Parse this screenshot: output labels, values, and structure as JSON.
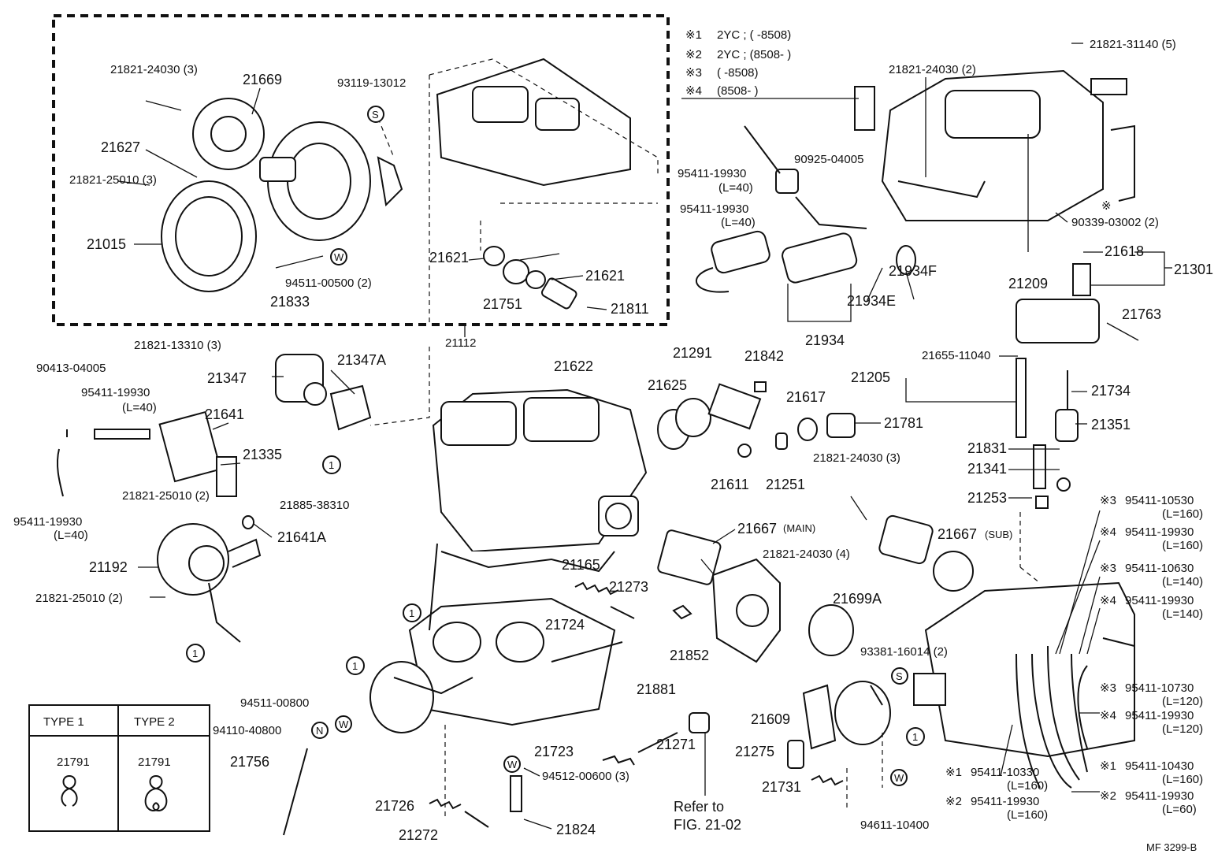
{
  "legend": {
    "rows": [
      {
        "mark": "※1",
        "text": "2YC ; (        -8508)"
      },
      {
        "mark": "※2",
        "text": "2YC ; (8508-        )"
      },
      {
        "mark": "※3",
        "text": "(        -8508)"
      },
      {
        "mark": "※4",
        "text": "(8508-        )"
      }
    ]
  },
  "type_table": {
    "type1": "TYPE 1",
    "type2": "TYPE 2",
    "part1": "21791",
    "part2": "21791"
  },
  "refer": {
    "line1": "Refer to",
    "line2": "FIG. 21-02"
  },
  "figure_code": "MF 3299-B",
  "labels": {
    "p21821_24030_3a": "21821-24030 (3)",
    "p21669": "21669",
    "p93119_13012": "93119-13012",
    "p21627": "21627",
    "p21821_25010_3": "21821-25010 (3)",
    "p21015": "21015",
    "p94511_00500": "94511-00500 (2)",
    "p21833": "21833",
    "p21621a": "21621",
    "p21621b": "21621",
    "p21751": "21751",
    "p21811": "21811",
    "p21112": "21112",
    "p21821_31140": "21821-31140 (5)",
    "p21821_24030_2": "21821-24030 (2)",
    "p95411_19930_a": "95411-19930",
    "p95411_19930_a_l": "(L=40)",
    "p90925_04005": "90925-04005",
    "p95411_19930_b": "95411-19930",
    "p95411_19930_b_l": "(L=40)",
    "p90339_03002": "90339-03002 (2)",
    "p21934F": "21934F",
    "p21934E": "21934E",
    "p21934": "21934",
    "p21618": "21618",
    "p21301": "21301",
    "p21209": "21209",
    "p21763": "21763",
    "p21821_13310": "21821-13310 (3)",
    "p21347": "21347",
    "p21347A": "21347A",
    "p90413_04005": "90413-04005",
    "p95411_19930_c": "95411-19930",
    "p95411_19930_c_l": "(L=40)",
    "p21641": "21641",
    "p21335": "21335",
    "p21821_25010_2a": "21821-25010 (2)",
    "p95411_19930_d": "95411-19930",
    "p95411_19930_d_l": "(L=40)",
    "p21641A": "21641A",
    "p21885_38310": "21885-38310",
    "p21192": "21192",
    "p21821_25010_2b": "21821-25010 (2)",
    "p21622": "21622",
    "p21291": "21291",
    "p21842": "21842",
    "p21625": "21625",
    "p21617": "21617",
    "p21781": "21781",
    "p21611": "21611",
    "p21251": "21251",
    "p21821_24030_3b": "21821-24030 (3)",
    "p21655_11040": "21655-11040",
    "p21205": "21205",
    "p21734": "21734",
    "p21351": "21351",
    "p21831": "21831",
    "p21341": "21341",
    "p21253": "21253",
    "p21667_main": "21667",
    "p21667_main_tag": "(MAIN)",
    "p21667_sub": "21667",
    "p21667_sub_tag": "(SUB)",
    "p21165": "21165",
    "p21821_24030_4": "21821-24030 (4)",
    "p21273": "21273",
    "p21724": "21724",
    "p21699A": "21699A",
    "p21852": "21852",
    "p21881": "21881",
    "p93381_16014": "93381-16014 (2)",
    "p94511_00800": "94511-00800",
    "p94110_40800": "94110-40800",
    "p21756": "21756",
    "p21723": "21723",
    "p21271": "21271",
    "p21609": "21609",
    "p21275": "21275",
    "p21731": "21731",
    "p94512_00600": "94512-00600 (3)",
    "p21726": "21726",
    "p21272": "21272",
    "p21824": "21824",
    "p94611_10400": "94611-10400",
    "h3a": "95411-10530",
    "h3a_l": "(L=160)",
    "h3a_m": "※3",
    "h4a": "95411-19930",
    "h4a_l": "(L=160)",
    "h4a_m": "※4",
    "h3b": "95411-10630",
    "h3b_l": "(L=140)",
    "h3b_m": "※3",
    "h4b": "95411-19930",
    "h4b_l": "(L=140)",
    "h4b_m": "※4",
    "h3c": "95411-10730",
    "h3c_l": "(L=120)",
    "h3c_m": "※3",
    "h4c": "95411-19930",
    "h4c_l": "(L=120)",
    "h4c_m": "※4",
    "h1a": "95411-10330",
    "h1a_l": "(L=160)",
    "h1a_m": "※1",
    "h2a": "95411-19930",
    "h2a_l": "(L=160)",
    "h2a_m": "※2",
    "h1b": "95411-10430",
    "h1b_l": "(L=160)",
    "h1b_m": "※1",
    "h2b": "95411-19930",
    "h2b_l": "(L=60)",
    "h2b_m": "※2",
    "mark_note": "※"
  },
  "callouts": {
    "one": "1",
    "s": "S",
    "w": "W",
    "n": "N"
  }
}
